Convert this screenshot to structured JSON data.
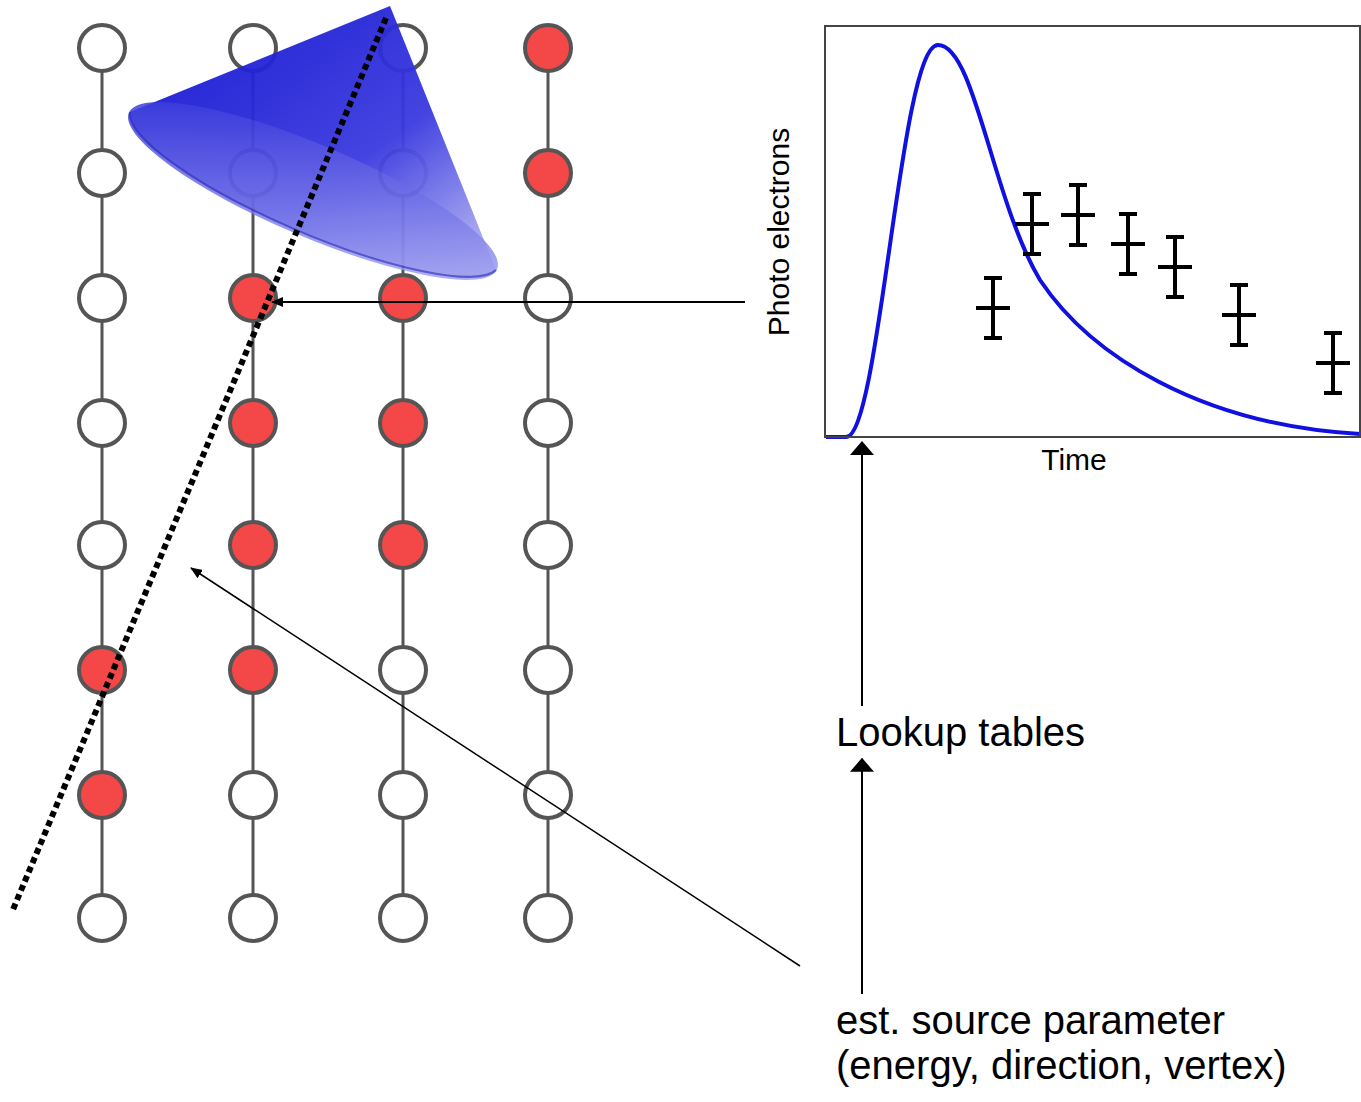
{
  "diagram": {
    "nodes": [
      {
        "text": [
          "Photo electrons",
          "Time"
        ]
      },
      {
        "text": [
          "Lookup tables"
        ]
      },
      {
        "text": [
          "est. source parameter (energy, direction, vertex)"
        ]
      }
    ],
    "edges": [
      {
        "from": 2,
        "to": 1,
        "arrow": "to"
      },
      {
        "from": 1,
        "to": 0,
        "arrow": "to"
      }
    ]
  }
}
